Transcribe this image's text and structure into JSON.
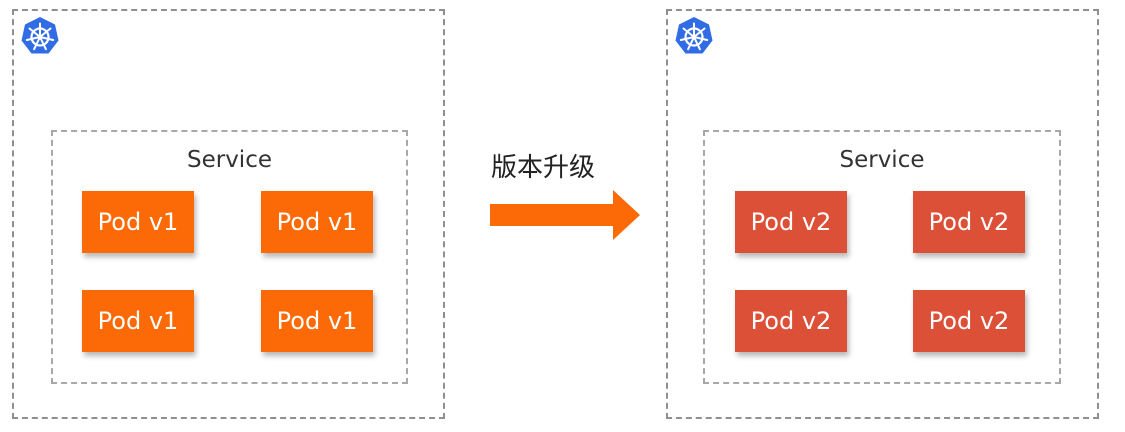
{
  "colors": {
    "pod_v1": "#fb6a06",
    "pod_v2": "#dd5038",
    "arrow": "#fb6a06",
    "k8s_logo": "#326ce5"
  },
  "upgrade_label": "版本升级",
  "clusters": [
    {
      "icon": "kubernetes-logo-icon",
      "service_label": "Service",
      "pods": [
        "Pod v1",
        "Pod v1",
        "Pod v1",
        "Pod v1"
      ]
    },
    {
      "icon": "kubernetes-logo-icon",
      "service_label": "Service",
      "pods": [
        "Pod v2",
        "Pod v2",
        "Pod v2",
        "Pod v2"
      ]
    }
  ]
}
